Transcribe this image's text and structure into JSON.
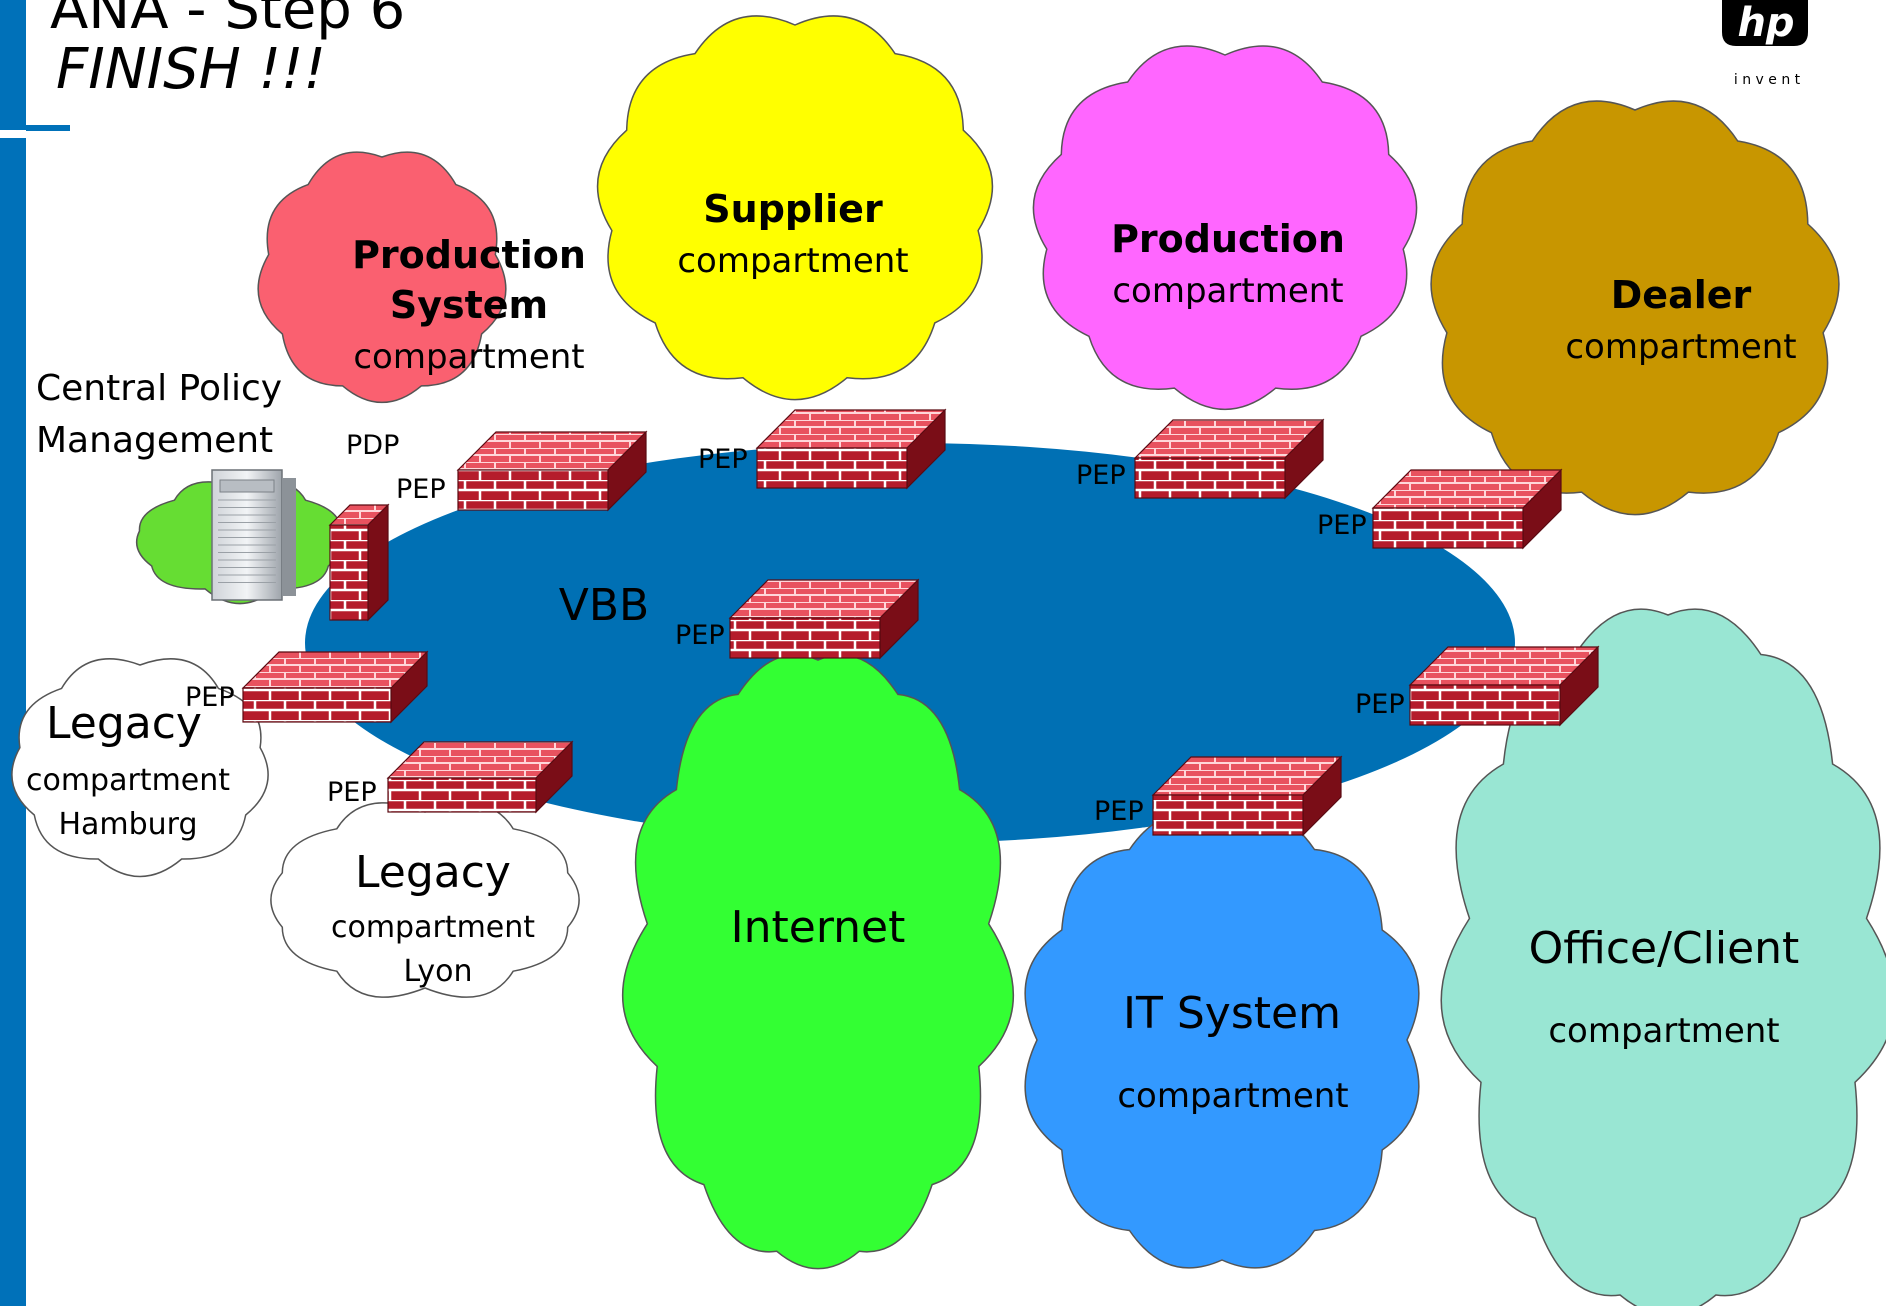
{
  "slide": {
    "title_line1": "ANA - Step 6",
    "title_line2": "FINISH !!!"
  },
  "logo": {
    "mark": "hp",
    "tagline": "i n v e n t"
  },
  "colors": {
    "accent_bar": "#0071b9",
    "vbb": "#0070b4",
    "production_system": "#fa6070",
    "supplier": "#ffff00",
    "production": "#ff66ff",
    "dealer": "#c89600",
    "central": "#66dd33",
    "legacy": "#ffffff",
    "internet": "#33ff33",
    "it_system": "#3399ff",
    "office": "#99e6d3",
    "firewall": "#b51c2b",
    "firewall_top": "#e8525f",
    "firewall_side": "#7a0d17"
  },
  "clouds": {
    "production_system": {
      "line1": "Production",
      "line2": "System",
      "line3": "compartment"
    },
    "supplier": {
      "line1": "Supplier",
      "line2": "compartment"
    },
    "production": {
      "line1": "Production",
      "line2": "compartment"
    },
    "dealer": {
      "line1": "Dealer",
      "line2": "compartment"
    },
    "legacy_hamburg": {
      "line1": "Legacy",
      "line2": "compartment",
      "line3": "Hamburg"
    },
    "legacy_lyon": {
      "line1": "Legacy",
      "line2": "compartment",
      "line3": "Lyon"
    },
    "internet": {
      "line1": "Internet"
    },
    "it_system": {
      "line1": "IT System",
      "line2": "compartment"
    },
    "office": {
      "line1": "Office/Client",
      "line2": "compartment"
    }
  },
  "central_policy": {
    "line1": "Central Policy",
    "line2": "Management"
  },
  "vbb_label": "VBB",
  "firewall_labels": {
    "pdp": "PDP",
    "pep_prod_system": "PEP",
    "pep_supplier": "PEP",
    "pep_production": "PEP",
    "pep_dealer": "PEP",
    "pep_internet": "PEP",
    "pep_legacy_hamburg": "PEP",
    "pep_legacy_lyon": "PEP",
    "pep_it_system": "PEP",
    "pep_office": "PEP"
  }
}
